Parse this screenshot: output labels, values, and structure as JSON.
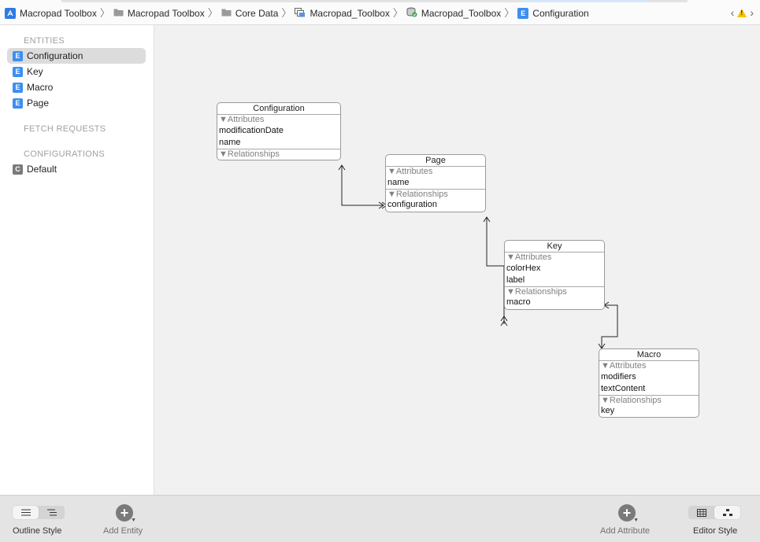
{
  "breadcrumb": [
    {
      "label": "Macropad Toolbox",
      "icon": "app-icon"
    },
    {
      "label": "Macropad Toolbox",
      "icon": "folder-icon"
    },
    {
      "label": "Core Data",
      "icon": "folder-icon"
    },
    {
      "label": "Macropad_Toolbox",
      "icon": "data-model-icon"
    },
    {
      "label": "Macropad_Toolbox",
      "icon": "model-version-icon"
    },
    {
      "label": "Configuration",
      "icon": "entity-icon"
    }
  ],
  "nav": {
    "back_glyph": "‹",
    "forward_glyph": "›",
    "warning_glyph": "!"
  },
  "sidebar": {
    "entities_header": "ENTITIES",
    "entities": [
      {
        "label": "Configuration",
        "badge": "E",
        "selected": true
      },
      {
        "label": "Key",
        "badge": "E"
      },
      {
        "label": "Macro",
        "badge": "E"
      },
      {
        "label": "Page",
        "badge": "E"
      }
    ],
    "fetch_requests_header": "FETCH REQUESTS",
    "configurations_header": "CONFIGURATIONS",
    "configurations": [
      {
        "label": "Default",
        "badge": "C"
      }
    ]
  },
  "diagram": {
    "configuration": {
      "title": "Configuration",
      "attributes_label": "▼Attributes",
      "attributes": [
        "modificationDate",
        "name"
      ],
      "relationships_label": "▼Relationships",
      "relationships": []
    },
    "page": {
      "title": "Page",
      "attributes_label": "▼Attributes",
      "attributes": [
        "name"
      ],
      "relationships_label": "▼Relationships",
      "relationships": [
        "configuration"
      ]
    },
    "key": {
      "title": "Key",
      "attributes_label": "▼Attributes",
      "attributes": [
        "colorHex",
        "label"
      ],
      "relationships_label": "▼Relationships",
      "relationships": [
        "macro"
      ]
    },
    "macro": {
      "title": "Macro",
      "attributes_label": "▼Attributes",
      "attributes": [
        "modifiers",
        "textContent"
      ],
      "relationships_label": "▼Relationships",
      "relationships": [
        "key"
      ]
    }
  },
  "bottom": {
    "outline_style_label": "Outline Style",
    "add_entity_label": "Add Entity",
    "add_attribute_label": "Add Attribute",
    "editor_style_label": "Editor Style",
    "plus_glyph": "+"
  }
}
